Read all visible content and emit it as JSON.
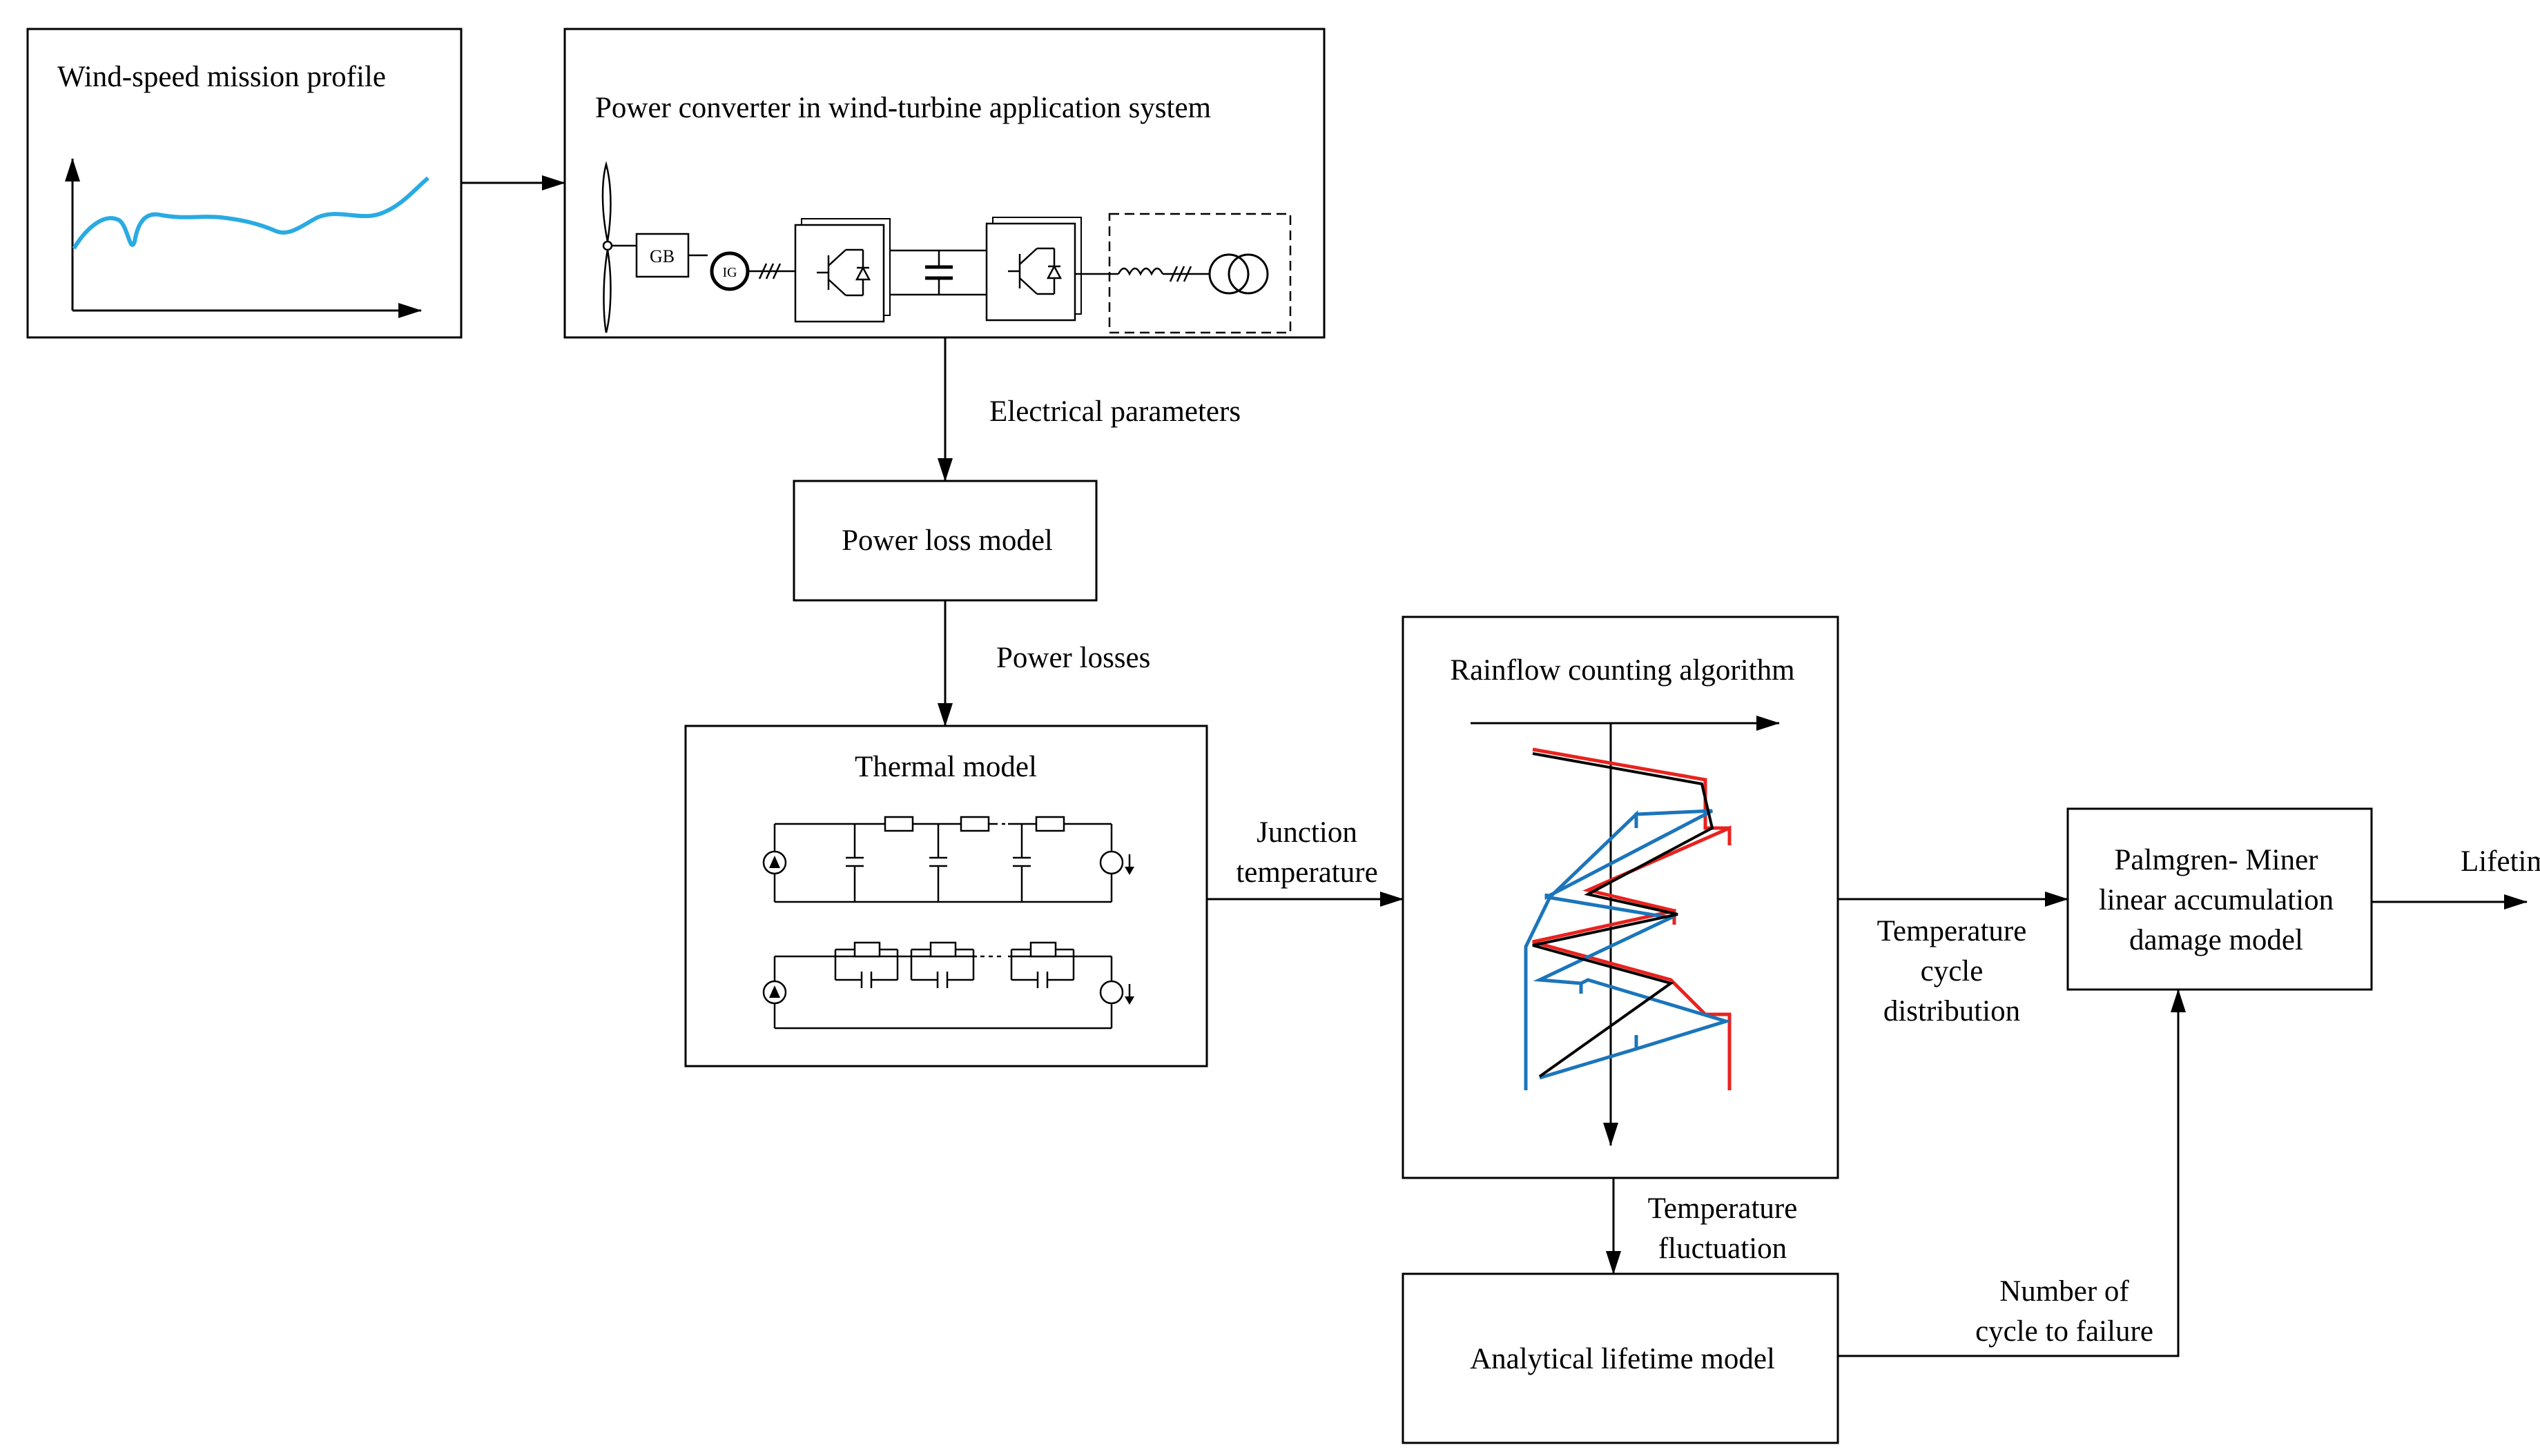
{
  "boxes": {
    "mission_profile": "Wind-speed mission profile",
    "converter": "Power converter in wind-turbine application system",
    "power_loss": "Power loss model",
    "thermal": "Thermal model",
    "rainflow": "Rainflow counting algorithm",
    "analytical": "Analytical lifetime model",
    "miner": [
      "Palmgren- Miner",
      "linear accumulation",
      "damage model"
    ]
  },
  "converter_parts": {
    "gearbox": "GB",
    "generator": "IG"
  },
  "arrows": {
    "electrical": "Electrical parameters",
    "losses": "Power losses",
    "junction": [
      "Junction",
      "temperature"
    ],
    "distribution": [
      "Temperature",
      "cycle",
      "distribution"
    ],
    "fluctuation": [
      "Temperature",
      "fluctuation"
    ],
    "cycles": [
      "Number of",
      "cycle to failure"
    ],
    "lifetime": "Lifetime"
  },
  "colors": {
    "line": "#000000",
    "wind_curve": "#29abe2",
    "rainflow_red": "#e8231f",
    "rainflow_blue": "#1b75bb"
  }
}
